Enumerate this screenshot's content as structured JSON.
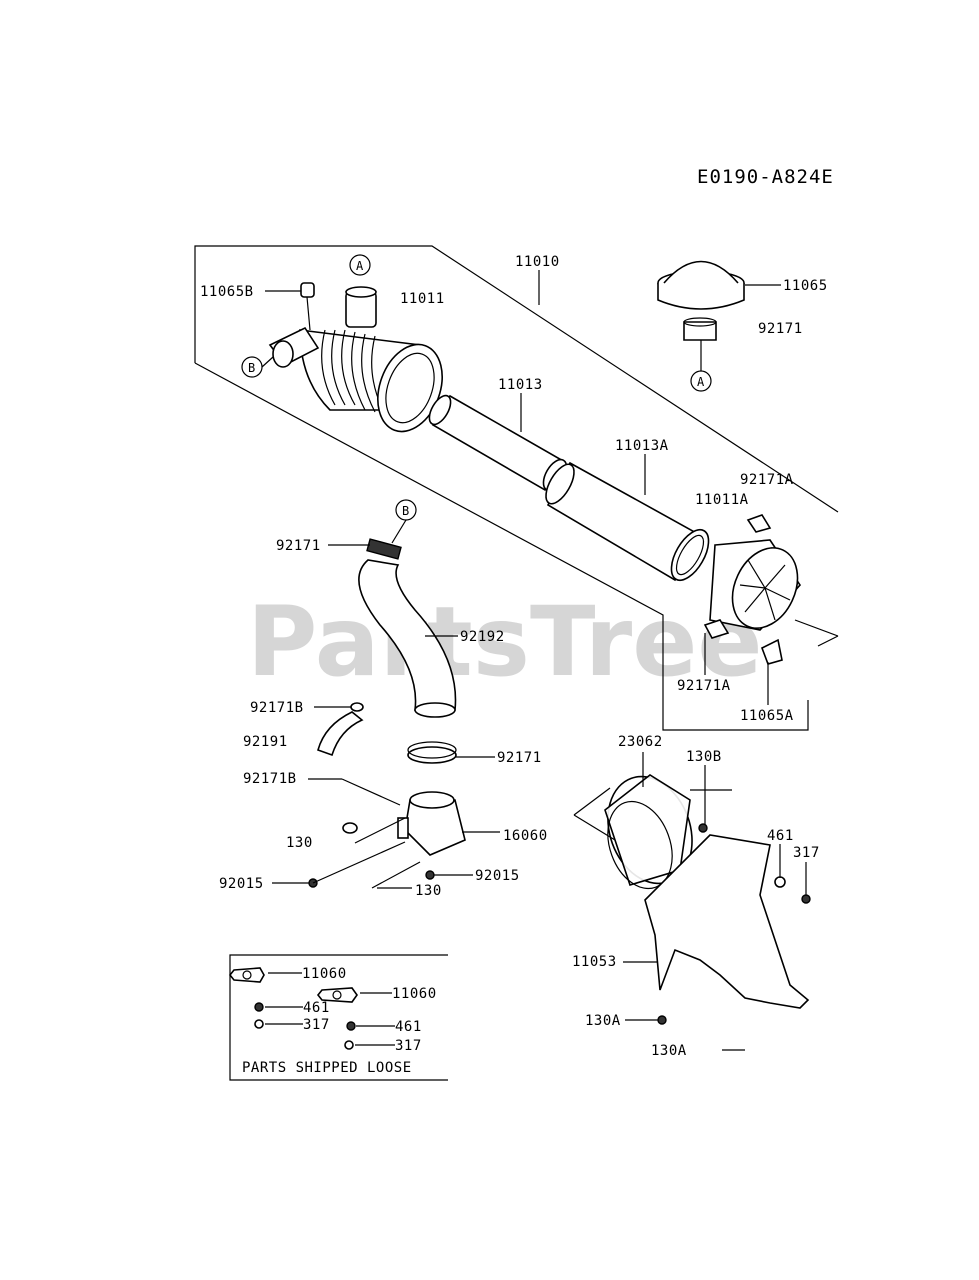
{
  "diagram_code": "E0190-A824E",
  "watermark": "PartsTree",
  "parts_box_title": "PARTS SHIPPED LOOSE",
  "callouts": {
    "A": "A",
    "B": "B"
  },
  "labels": {
    "p11010": "11010",
    "p11065B": "11065B",
    "p11011": "11011",
    "p11013": "11013",
    "p11065": "11065",
    "p92171_top": "92171",
    "p11013A": "11013A",
    "p92171A_top": "92171A",
    "p11011A": "11011A",
    "p92171_b": "92171",
    "p92192": "92192",
    "p92171A_bot": "92171A",
    "p11065A": "11065A",
    "p92171B_1": "92171B",
    "p92191": "92191",
    "p92171_mid": "92171",
    "p92171B_2": "92171B",
    "p130_1": "130",
    "p16060": "16060",
    "p92015_1": "92015",
    "p92015_2": "92015",
    "p130_2": "130",
    "p23062": "23062",
    "p130B": "130B",
    "p461": "461",
    "p317": "317",
    "p11053": "11053",
    "p130A_1": "130A",
    "p130A_2": "130A",
    "box_11060_1": "11060",
    "box_11060_2": "11060",
    "box_461_1": "461",
    "box_317_1": "317",
    "box_461_2": "461",
    "box_317_2": "317"
  }
}
